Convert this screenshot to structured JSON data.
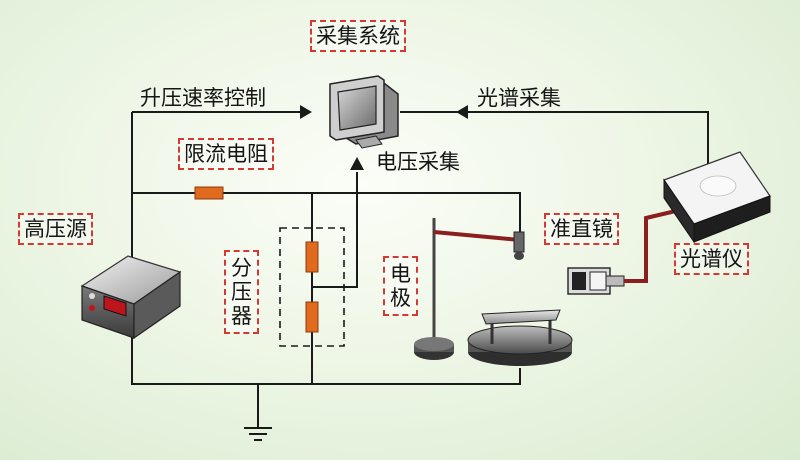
{
  "labels": {
    "acquisition_system": "采集系统",
    "boost_rate_control": "升压速率控制",
    "spectrum_acquisition": "光谱采集",
    "current_limiting_resistor": "限流电阻",
    "voltage_acquisition": "电压采集",
    "high_voltage_source": "高压源",
    "voltage_divider": [
      "分",
      "压",
      "器"
    ],
    "electrode": [
      "电",
      "极"
    ],
    "collimator": "准直镜",
    "spectrometer": "光谱仪"
  },
  "colors": {
    "wire": "#1a1a1a",
    "label_border": "#d23a32",
    "resistor": "#e06a1e",
    "fiber": "#8b1f1f"
  },
  "icons": {
    "monitor": "computer-monitor-icon",
    "power_supply": "high-voltage-power-supply-icon",
    "spectrometer_device": "spectrometer-device-icon",
    "ground": "ground-symbol-icon"
  }
}
